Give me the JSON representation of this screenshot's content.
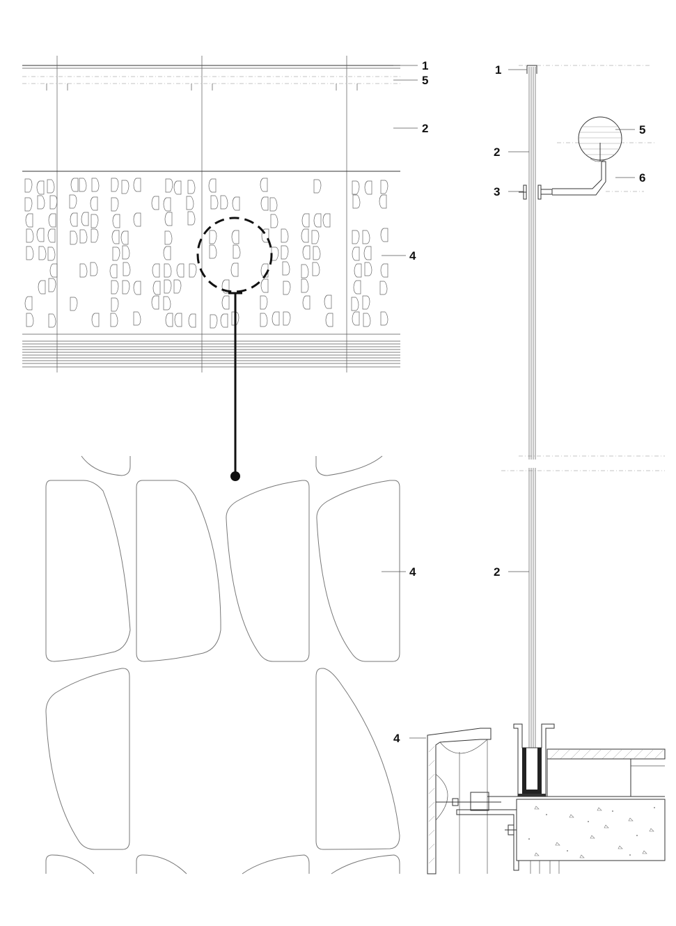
{
  "callouts": {
    "elevation": {
      "c1": "1",
      "c5": "5",
      "c2": "2",
      "c4": "4"
    },
    "section": {
      "c1": "1",
      "c2_upper": "2",
      "c5": "5",
      "c3": "3",
      "c6": "6",
      "c2_lower": "2",
      "c4": "4"
    },
    "detail": {
      "c4": "4"
    }
  },
  "colors": {
    "line": "#555555",
    "ink": "#111111",
    "background": "#ffffff"
  }
}
